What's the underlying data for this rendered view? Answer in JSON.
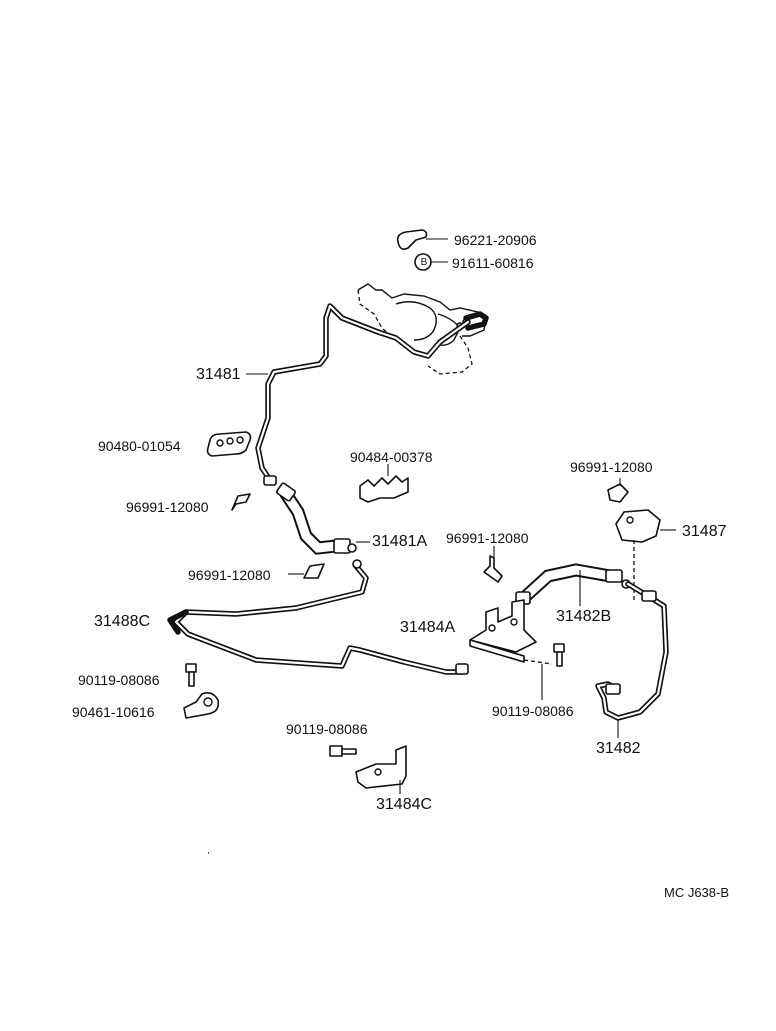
{
  "labels": {
    "p96221_20906": "96221-20906",
    "p91611_60816": "91611-60816",
    "p91611_prefix": "B",
    "p31481": "31481",
    "p90480_01054": "90480-01054",
    "p90484_00378": "90484-00378",
    "p96991_12080_a": "96991-12080",
    "p96991_12080_b": "96991-12080",
    "p96991_12080_c": "96991-12080",
    "p96991_12080_d": "96991-12080",
    "p31481A": "31481A",
    "p31487": "31487",
    "p31488C": "31488C",
    "p31482B": "31482B",
    "p31484A": "31484A",
    "p90119_08086_a": "90119-08086",
    "p90119_08086_b": "90119-08086",
    "p90119_08086_c": "90119-08086",
    "p90461_10616": "90461-10616",
    "p31482": "31482",
    "p31484C": "31484C"
  },
  "drawing_code": "MC J638-B"
}
